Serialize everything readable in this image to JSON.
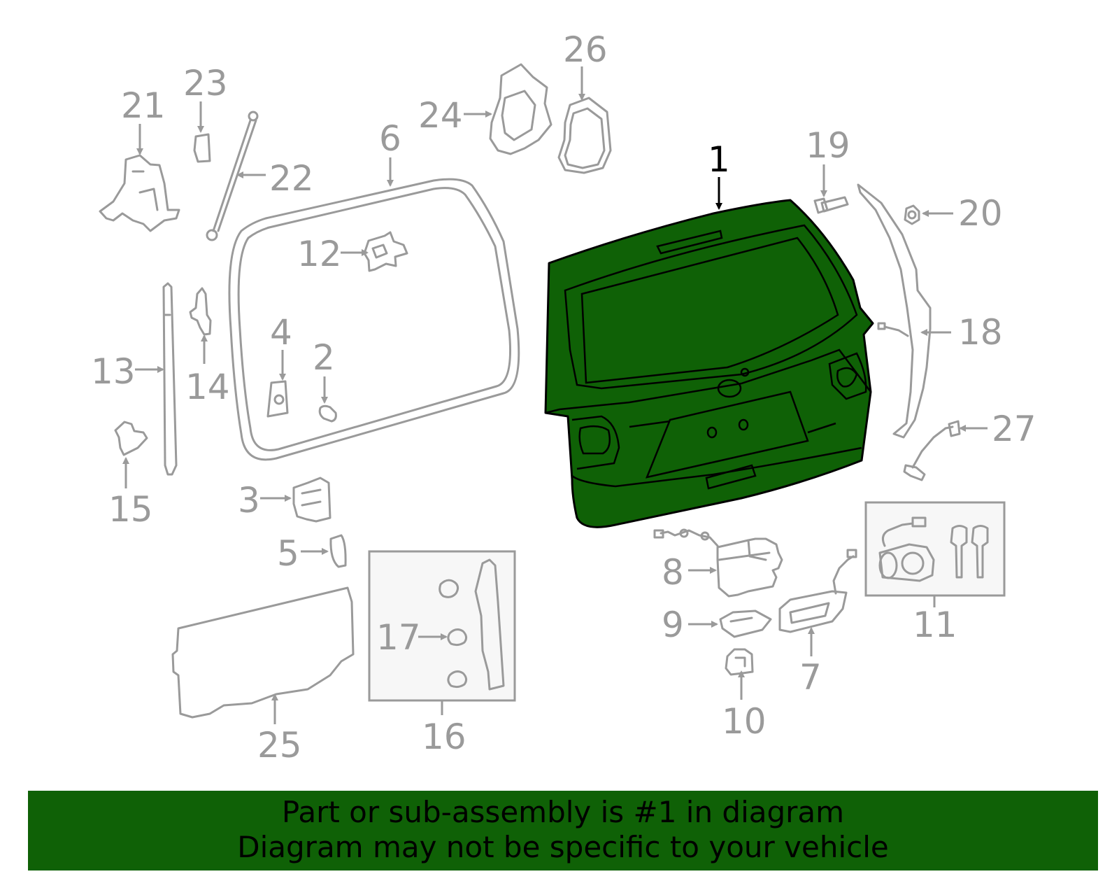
{
  "colors": {
    "highlight": "#0f6106",
    "parts_line": "#9a9a9a",
    "banner_bg": "#0f6106",
    "banner_text": "#000000"
  },
  "callouts": {
    "c1": "1",
    "c2": "2",
    "c3": "3",
    "c4": "4",
    "c5": "5",
    "c6": "6",
    "c7": "7",
    "c8": "8",
    "c9": "9",
    "c10": "10",
    "c11": "11",
    "c12": "12",
    "c13": "13",
    "c14": "14",
    "c15": "15",
    "c16": "16",
    "c17": "17",
    "c18": "18",
    "c19": "19",
    "c20": "20",
    "c21": "21",
    "c22": "22",
    "c23": "23",
    "c24": "24",
    "c25": "25",
    "c26": "26",
    "c27": "27"
  },
  "banner": {
    "line1": "Part or sub-assembly is #1 in diagram",
    "line2": "Diagram may not be specific to your vehicle"
  }
}
